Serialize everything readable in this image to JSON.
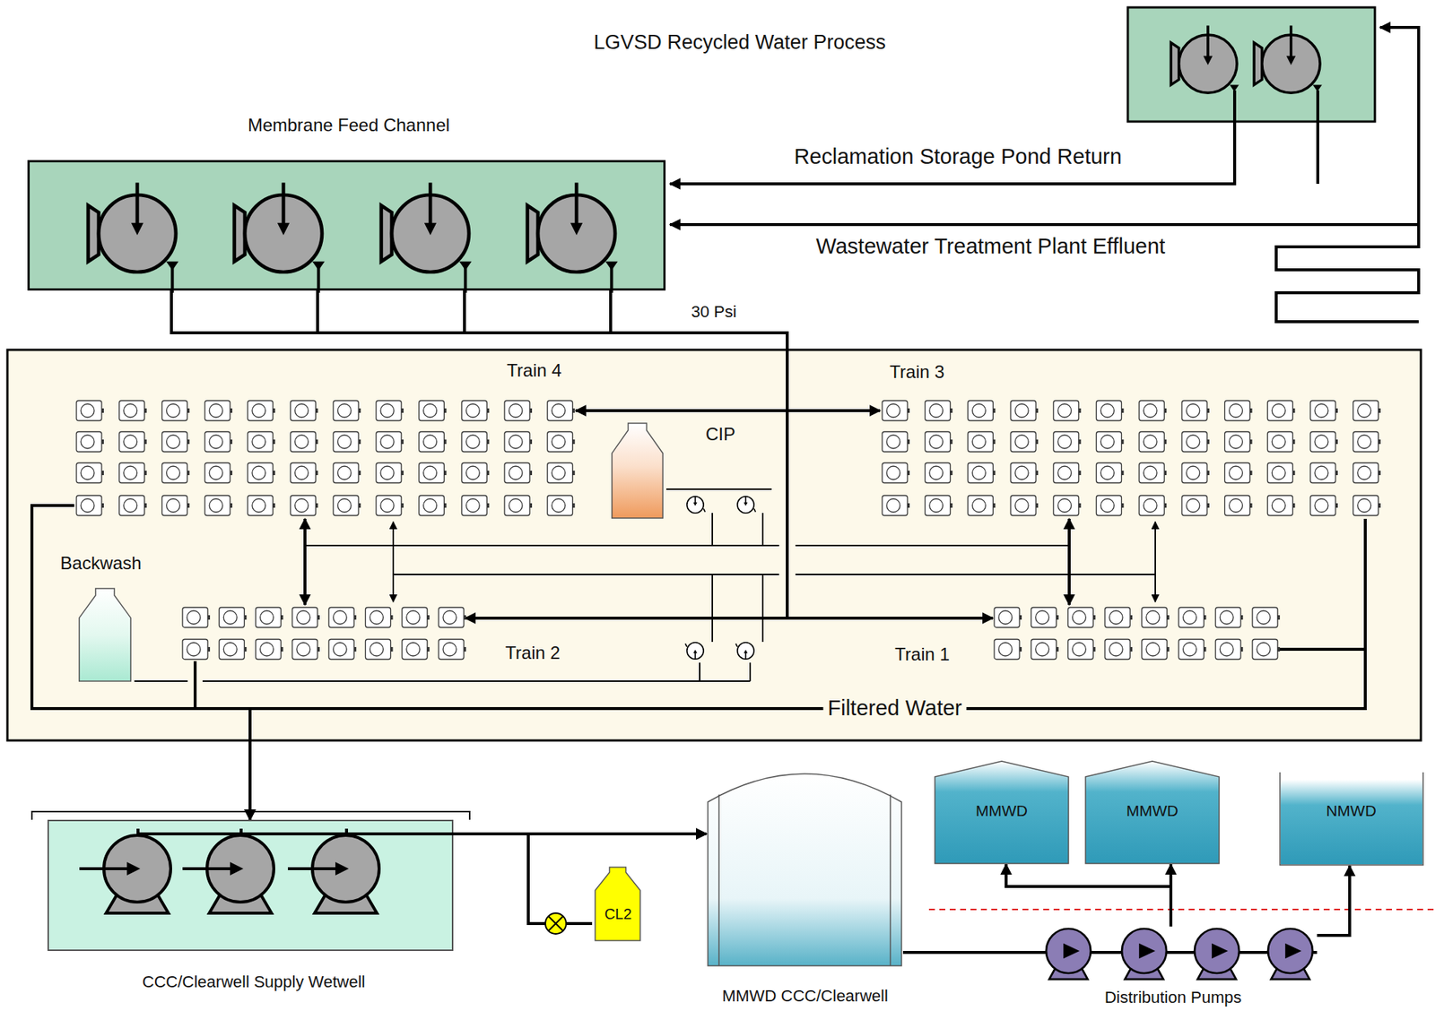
{
  "diagram": {
    "title": "LGVSD Recycled Water Process",
    "nodes": [
      {
        "text": [
          "Membrane Feed Channel"
        ]
      },
      {
        "text": [
          "Train 4"
        ]
      },
      {
        "text": [
          "Train 3"
        ]
      },
      {
        "text": [
          "CIP"
        ]
      },
      {
        "text": [
          "Backwash"
        ]
      },
      {
        "text": [
          "Train 2"
        ]
      },
      {
        "text": [
          "Train 1"
        ]
      },
      {
        "text": [
          "CCC/Clearwell Supply Wetwell"
        ]
      },
      {
        "text": [
          "CL2"
        ]
      },
      {
        "text": [
          "MMWD CCC/Clearwell"
        ]
      },
      {
        "text": [
          "MMWD"
        ]
      },
      {
        "text": [
          "MMWD"
        ]
      },
      {
        "text": [
          "NMWD"
        ]
      },
      {
        "text": [
          "Distribution Pumps"
        ]
      }
    ],
    "edges": [
      {
        "from": 0,
        "to": 5,
        "arrow": "to"
      },
      {
        "from": 0,
        "to": 6,
        "arrow": "to"
      },
      {
        "from": 1,
        "to": 2,
        "arrow": "both"
      },
      {
        "from": 1,
        "to": 5,
        "arrow": "both"
      },
      {
        "from": 2,
        "to": 6,
        "arrow": "both"
      },
      {
        "from": 1,
        "to": 7,
        "arrow": "to"
      },
      {
        "from": 5,
        "to": 7,
        "arrow": "to"
      },
      {
        "from": 2,
        "to": 7,
        "arrow": "to"
      },
      {
        "from": 6,
        "to": 7,
        "arrow": "to"
      },
      {
        "from": 7,
        "to": 9,
        "arrow": "to"
      },
      {
        "from": 8,
        "to": 9,
        "arrow": "to"
      },
      {
        "from": 9,
        "to": 13,
        "arrow": "none"
      },
      {
        "from": 13,
        "to": 10,
        "arrow": "to"
      },
      {
        "from": 13,
        "to": 11,
        "arrow": "to"
      },
      {
        "from": 13,
        "to": 12,
        "arrow": "to"
      }
    ],
    "labels": [
      "Reclamation Storage Pond Return",
      "Wastewater Treatment Plant Effluent",
      "30 Psi",
      "Filtered Water"
    ]
  }
}
